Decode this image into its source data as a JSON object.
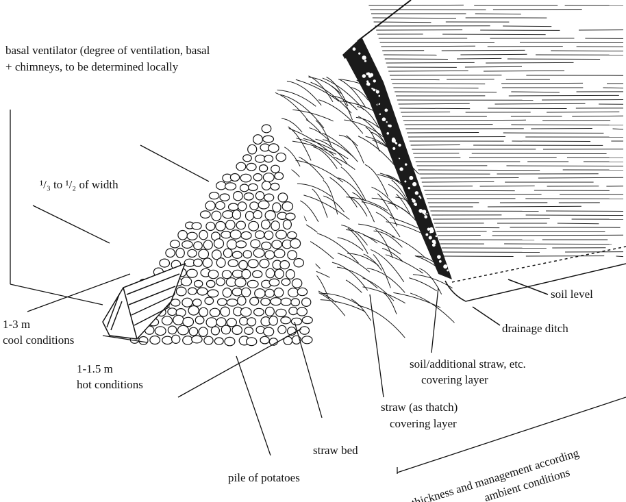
{
  "labels": {
    "basal_ventilator": "basal ventilator (degree of ventilation, basal + chimneys, to be determined locally",
    "fraction_width": "¹/₃ to ¹/₂ of width",
    "cool_dim": "1-3  m",
    "cool_cond": "cool conditions",
    "hot_dim": "1-1.5 m",
    "hot_cond": "hot conditions",
    "soil_level": "soil level",
    "drainage_ditch": "drainage ditch",
    "soil_cover_1": "soil/additional straw, etc.",
    "soil_cover_2": "covering layer",
    "straw_thatch_1": "straw (as thatch)",
    "straw_thatch_2": "covering layer",
    "straw_bed": "straw bed",
    "pile_potatoes": "pile of potatoes",
    "thickness_1": "thickness and management according",
    "thickness_2": "ambient conditions"
  }
}
